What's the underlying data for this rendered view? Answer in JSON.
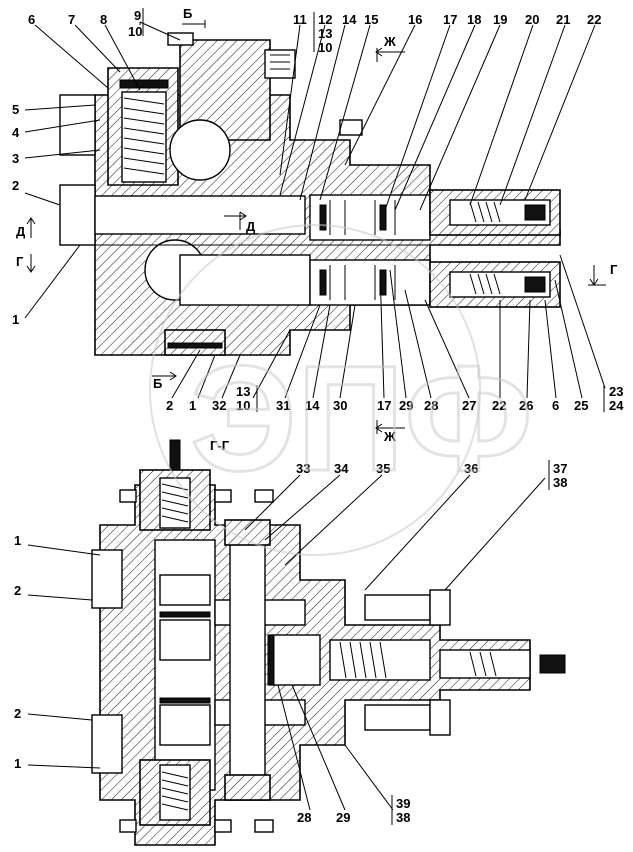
{
  "top_view": {
    "labels_top": [
      "6",
      "7",
      "8",
      "9",
      "10",
      "11",
      "12",
      "13",
      "10",
      "14",
      "15",
      "16",
      "17",
      "18",
      "19",
      "20",
      "21",
      "22"
    ],
    "labels_left": [
      "5",
      "4",
      "3",
      "2",
      "1"
    ],
    "labels_bottom": [
      "13",
      "10",
      "31",
      "14",
      "30",
      "17",
      "29",
      "28",
      "27",
      "22",
      "26",
      "6",
      "25",
      "23",
      "24"
    ],
    "labels_bottom_left": [
      "2",
      "1",
      "32"
    ],
    "section_marks": {
      "b_top": "Б",
      "b_bottom": "Б",
      "zh_top": "Ж",
      "zh_bottom": "Ж",
      "d_left": "Д",
      "d_inner": "Д",
      "g_left": "Г",
      "g_right": "Г"
    }
  },
  "bottom_view": {
    "title": "Г-Г",
    "labels_top": [
      "33",
      "34",
      "35",
      "36",
      "37",
      "38"
    ],
    "labels_left": [
      "1",
      "2",
      "2",
      "1"
    ],
    "labels_bottom": [
      "28",
      "29",
      "39",
      "38"
    ]
  },
  "watermark": {
    "text": "ЭПФ"
  }
}
